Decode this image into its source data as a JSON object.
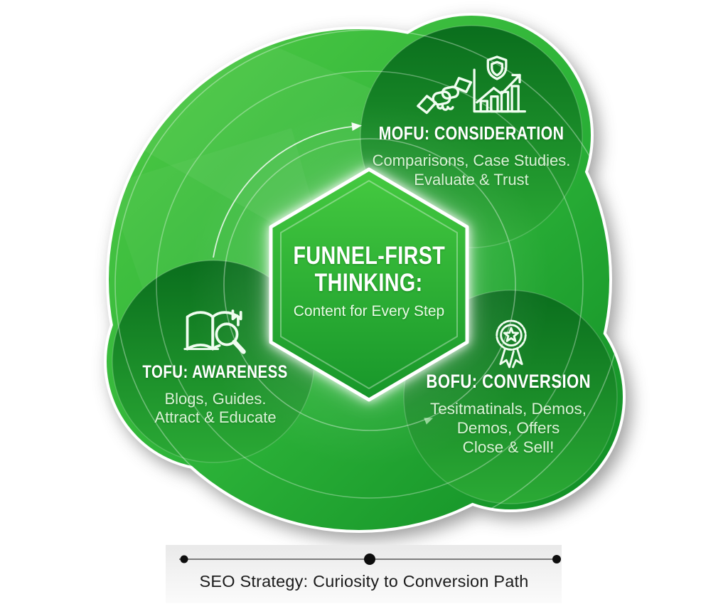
{
  "hexagon": {
    "title_line1": "FUNNEL-FIRST",
    "title_line2": "THINKING:",
    "subtitle": "Content for Every Step"
  },
  "stages": {
    "mofu": {
      "heading": "MOFU: CONSIDERATION",
      "body_line1": "Comparisons, Case Studies.",
      "body_line2": "Evaluate & Trust",
      "icons": [
        "handshake-icon",
        "shield-growth-chart-icon"
      ]
    },
    "tofu": {
      "heading": "TOFU: AWARENESS",
      "body_line1": "Blogs, Guides.",
      "body_line2": "Attract & Educate",
      "icons": [
        "book-search-icon"
      ]
    },
    "bofu": {
      "heading": "BOFU: CONVERSION",
      "body_line1": "Tesitmatinals, Demos,",
      "body_line2": "Demos, Offers",
      "body_line3": "Close & Sell!",
      "icons": [
        "award-ribbon-icon"
      ]
    }
  },
  "caption": {
    "text": "SEO Strategy: Curiosity to Conversion Path"
  },
  "colors": {
    "blob_light": "#4fca45",
    "blob_mid": "#2cb238",
    "blob_dark": "#0e8a24",
    "circle_dark_top": "#0a6e1d",
    "circle_dark_bottom": "#2baa35",
    "hex_top": "#45ca40",
    "hex_bottom": "#17962a",
    "heading_text": "#ffffff",
    "body_text": "#d9f2d5",
    "caption_text": "#1b1b1b"
  }
}
